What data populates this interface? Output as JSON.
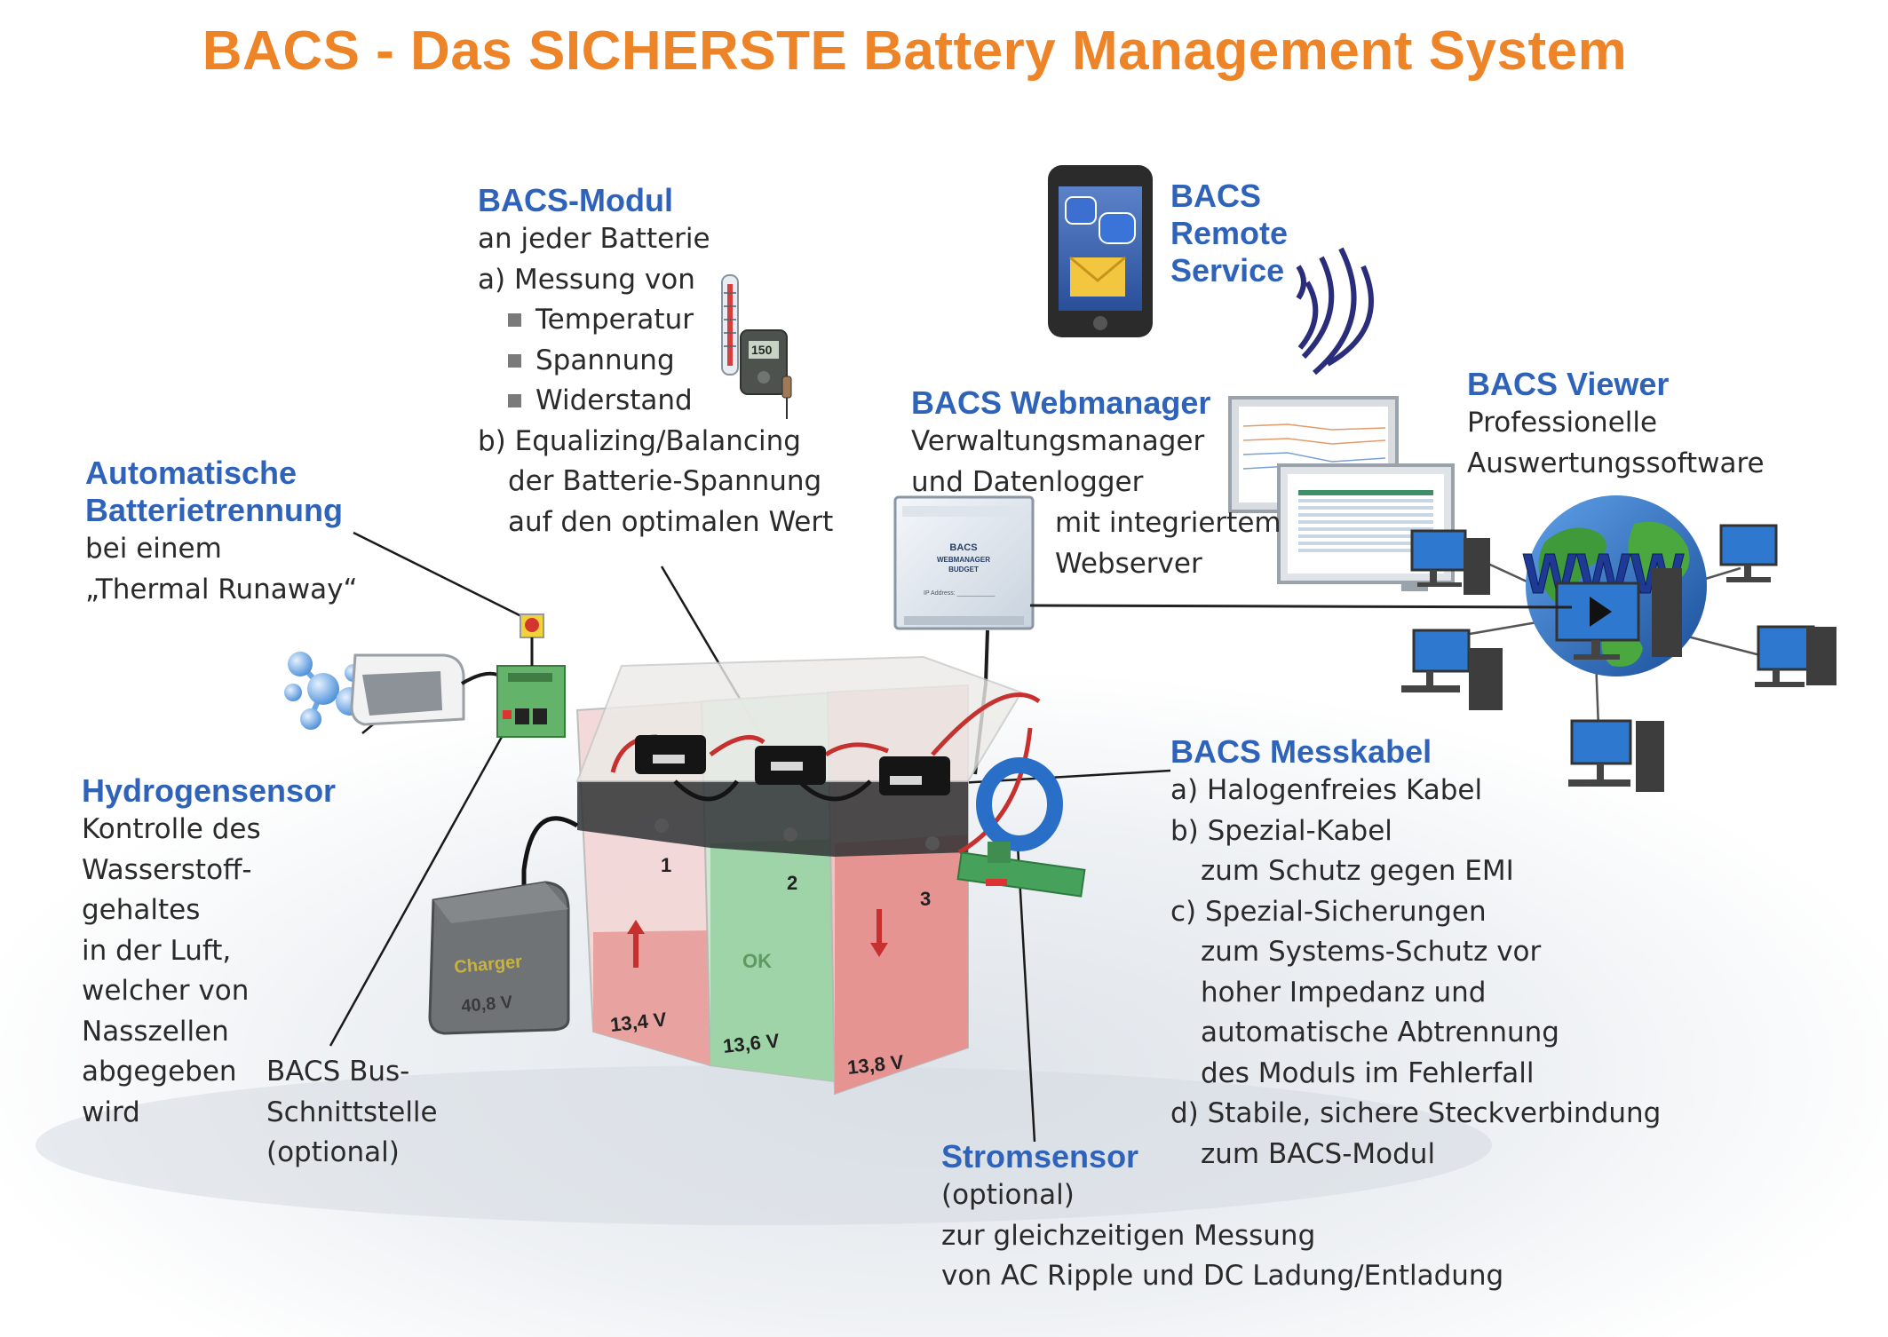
{
  "title": "BACS - Das SICHERSTE Battery Management System",
  "bacs_modul": {
    "heading": "BACS-Modul",
    "lines": [
      "an jeder Batterie",
      "a) Messung von"
    ],
    "bullets": [
      "Temperatur",
      "Spannung",
      "Widerstand"
    ],
    "lines_b": [
      "b) Equalizing/Balancing",
      "der Batterie-Spannung",
      "auf den optimalen Wert"
    ]
  },
  "remote": {
    "heading": [
      "BACS",
      "Remote",
      "Service"
    ]
  },
  "webmanager": {
    "heading": "BACS Webmanager",
    "lines": [
      "Verwaltungsmanager",
      "und Datenlogger",
      "mit integriertem",
      "Webserver"
    ],
    "device_label": [
      "BACS",
      "WEBMANAGER",
      "BUDGET"
    ],
    "ip_label": "IP Address: ___________"
  },
  "viewer": {
    "heading": "BACS Viewer",
    "lines": [
      "Professionelle",
      "Auswertungssoftware"
    ]
  },
  "trennung": {
    "heading": [
      "Automatische",
      "Batterietrennung"
    ],
    "lines": [
      "bei einem",
      "„Thermal Runaway“"
    ]
  },
  "hydrogen": {
    "heading": "Hydrogensensor",
    "lines": [
      "Kontrolle des",
      "Wasserstoff-",
      "gehaltes",
      "in der Luft,",
      "welcher von",
      "Nasszellen",
      "abgegeben",
      "wird"
    ]
  },
  "bus": {
    "lines": [
      "BACS Bus-",
      "Schnittstelle",
      "(optional)"
    ]
  },
  "messkabel": {
    "heading": "BACS Messkabel",
    "lines": [
      {
        "t": "a) Halogenfreies Kabel",
        "indent": false
      },
      {
        "t": "b) Spezial-Kabel",
        "indent": false
      },
      {
        "t": "zum Schutz gegen EMI",
        "indent": true
      },
      {
        "t": "c) Spezial-Sicherungen",
        "indent": false
      },
      {
        "t": "zum Systems-Schutz vor",
        "indent": true
      },
      {
        "t": "hoher Impedanz und",
        "indent": true
      },
      {
        "t": "automatische Abtrennung",
        "indent": true
      },
      {
        "t": "des Moduls im Fehlerfall",
        "indent": true
      },
      {
        "t": "d) Stabile, sichere Steckverbindung",
        "indent": false
      },
      {
        "t": "zum BACS-Modul",
        "indent": true
      }
    ]
  },
  "strom": {
    "heading": "Stromsensor",
    "lines": [
      "(optional)",
      "zur gleichzeitigen Messung",
      "von AC Ripple und DC Ladung/Entladung"
    ]
  },
  "batteries": [
    {
      "number": "1",
      "voltage": "13,4 V",
      "color": "#e68a88"
    },
    {
      "number": "2",
      "voltage": "13,6 V",
      "color": "#8fcf98",
      "status": "OK"
    },
    {
      "number": "3",
      "voltage": "13,8 V",
      "color": "#e68a88"
    }
  ],
  "charger": {
    "label": "Charger",
    "voltage": "40,8 V"
  },
  "www_label": "WWW",
  "thermometer_value": "150",
  "colors": {
    "title": "#ee8428",
    "heading": "#2f63b9",
    "text": "#2a2a2a",
    "battery_red": "#e68a88",
    "battery_green": "#8fcf98"
  }
}
